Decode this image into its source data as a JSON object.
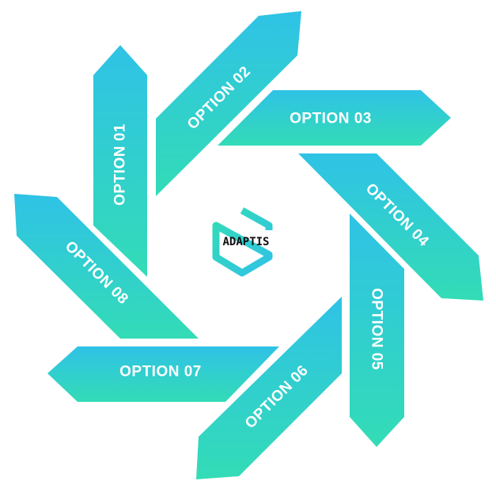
{
  "logo": {
    "text": "ADAPTIS"
  },
  "options": [
    {
      "label": "OPTION 01"
    },
    {
      "label": "OPTION 02"
    },
    {
      "label": "OPTION 03"
    },
    {
      "label": "OPTION 04"
    },
    {
      "label": "OPTION 05"
    },
    {
      "label": "OPTION 06"
    },
    {
      "label": "OPTION 07"
    },
    {
      "label": "OPTION 08"
    }
  ],
  "colors": {
    "blue": "#2fc2e6",
    "green": "#33dcb6"
  }
}
